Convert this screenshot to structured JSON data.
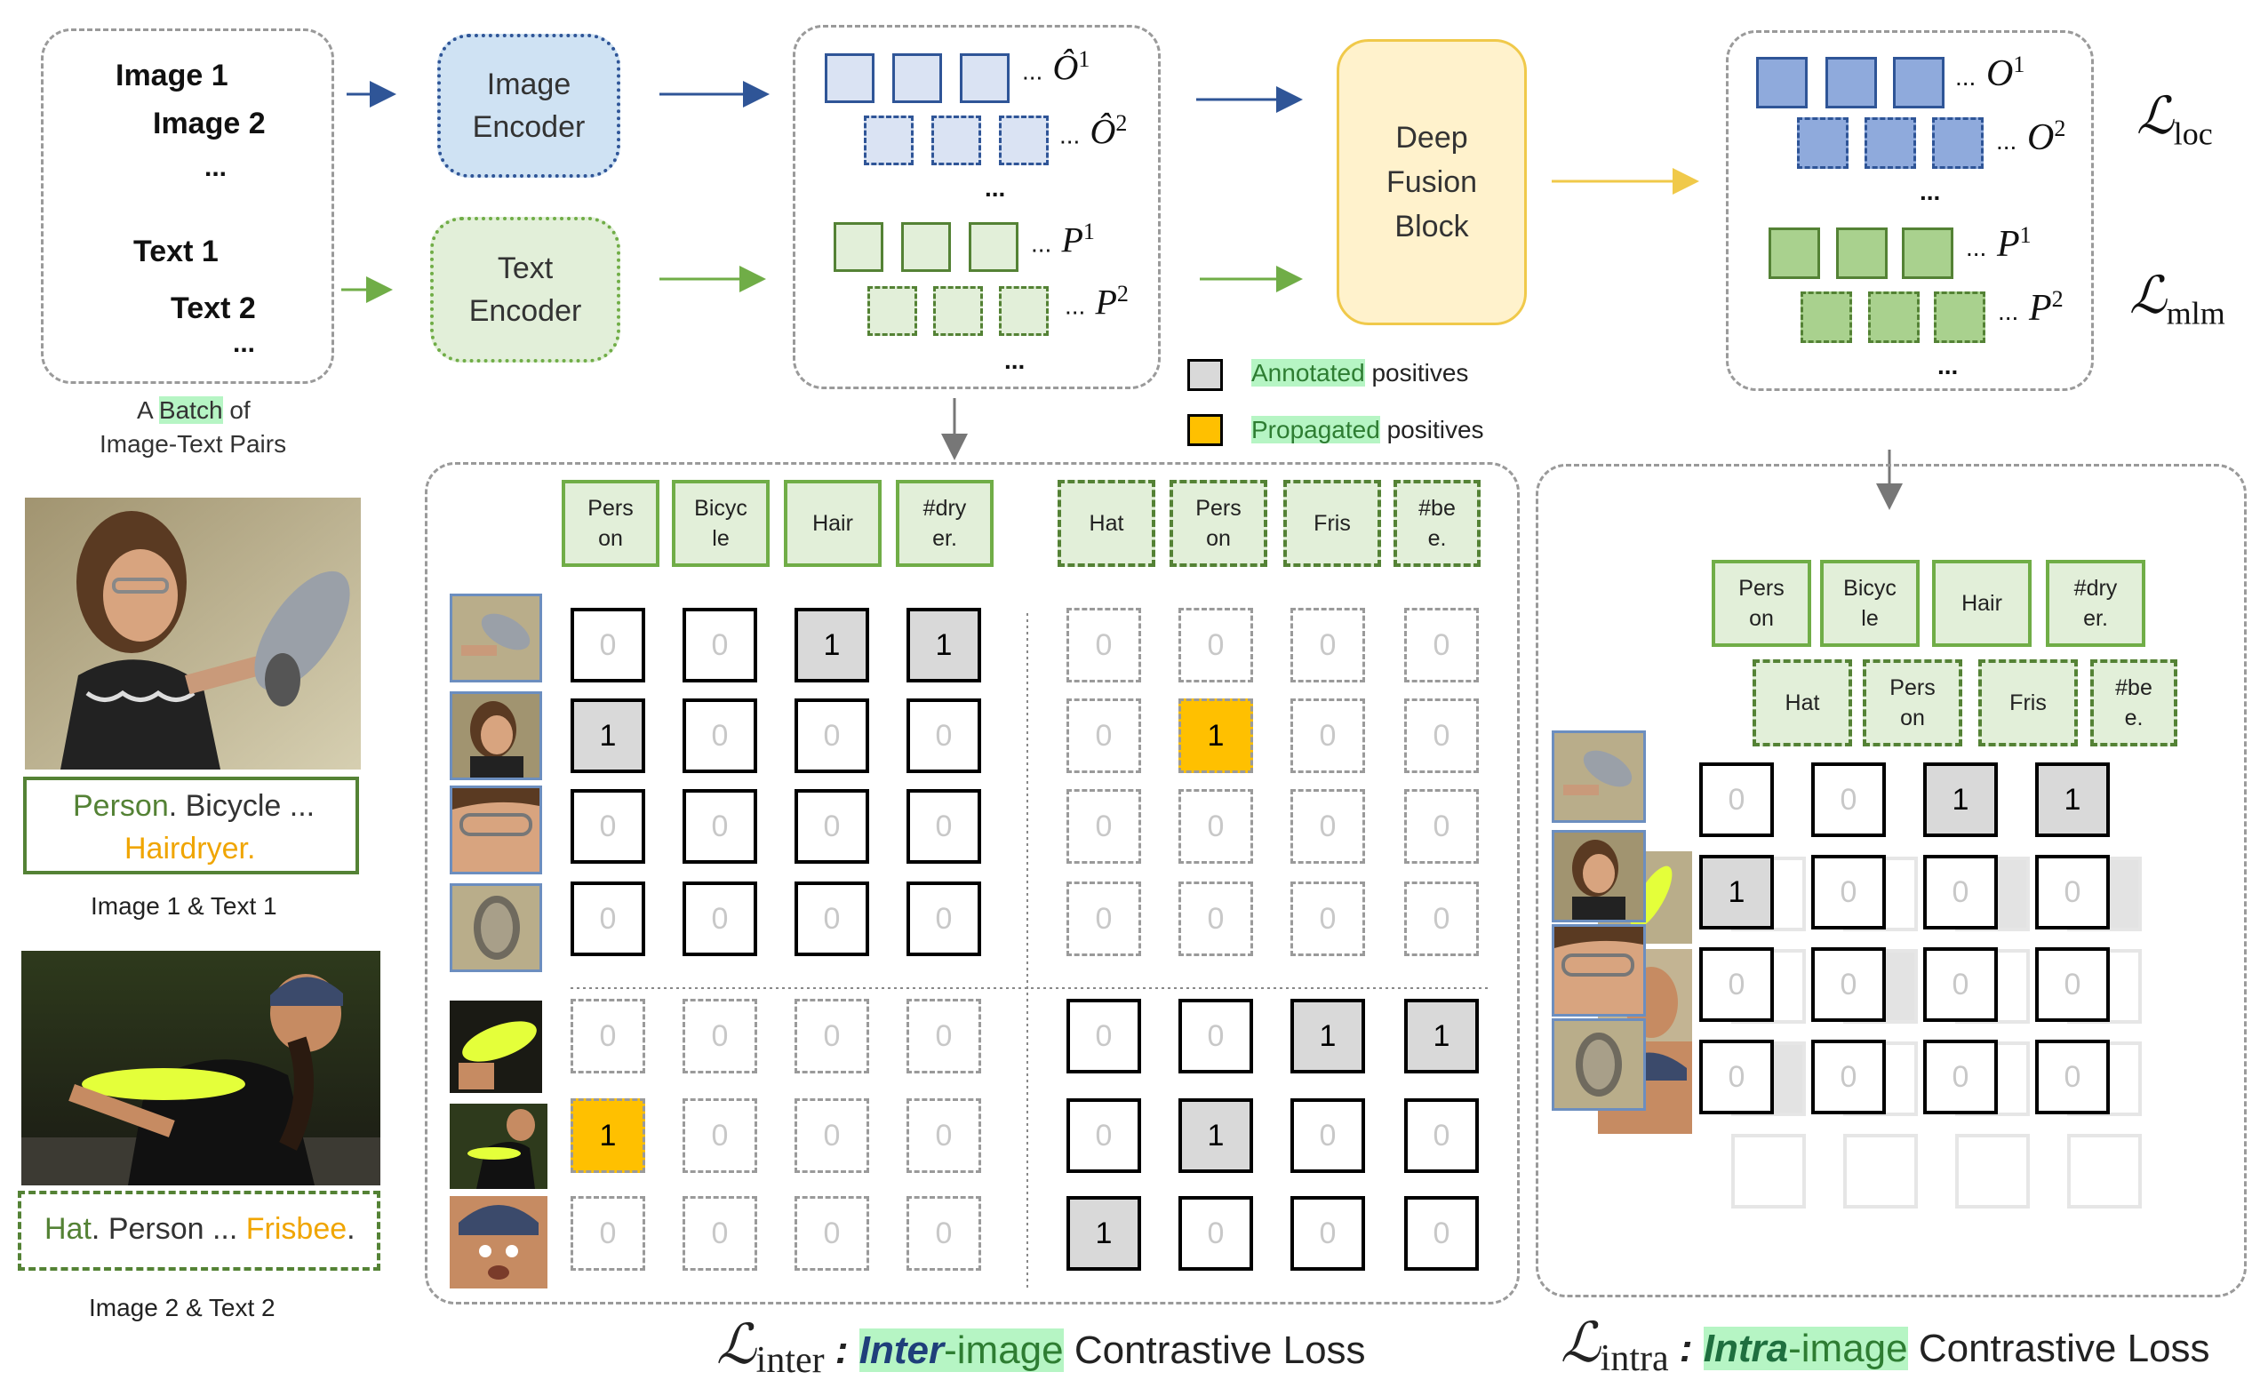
{
  "batch": {
    "image1": "Image 1",
    "image2": "Image 2",
    "dots1": "...",
    "text1": "Text 1",
    "text2": "Text 2",
    "dots2": "...",
    "caption_a": "A",
    "caption_batch": "Batch",
    "caption_of": "of",
    "caption_line2": "Image-Text Pairs"
  },
  "encoders": {
    "image": "Image Encoder",
    "text": "Text Encoder"
  },
  "fusion": {
    "label": "Deep Fusion Block"
  },
  "feat_in": {
    "o": "Ô",
    "dots": "..."
  },
  "feat_out": {
    "dots": "..."
  },
  "labels": {
    "O": "O",
    "P": "P",
    "sup1": "1",
    "sup2": "2",
    "dots": "...",
    "L": "ℒ",
    "loc": "loc",
    "mlm": "mlm",
    "inter": "inter",
    "intra": "intra"
  },
  "legend": {
    "annotated_hl": "Annotated",
    "annotated_rest": " positives",
    "propagated_hl": "Propagated",
    "propagated_rest": " positives"
  },
  "examples": {
    "ex1_person": "Person",
    "ex1_bicycle": ". Bicycle ...",
    "ex1_hairdryer": "Hairdryer",
    "ex1_dot": ".",
    "ex1_caption": "Image 1 & Text 1",
    "ex2_hat": "Hat",
    "ex2_person": ". Person ... ",
    "ex2_frisbee": "Frisbee",
    "ex2_dot": ".",
    "ex2_caption": "Image 2 & Text 2"
  },
  "tokens": {
    "t1": [
      "Pers on",
      "Bicyc le",
      "Hair",
      "#dry er."
    ],
    "t2": [
      "Hat",
      "Pers on",
      "Fris",
      "#be e."
    ]
  },
  "inter_matrix": [
    [
      "0",
      "0",
      "1",
      "1",
      "0",
      "0",
      "0",
      "0"
    ],
    [
      "1",
      "0",
      "0",
      "0",
      "0",
      "1",
      "0",
      "0"
    ],
    [
      "0",
      "0",
      "0",
      "0",
      "0",
      "0",
      "0",
      "0"
    ],
    [
      "0",
      "0",
      "0",
      "0",
      "0",
      "0",
      "0",
      "0"
    ],
    [
      "0",
      "0",
      "0",
      "0",
      "0",
      "0",
      "1",
      "1"
    ],
    [
      "1",
      "0",
      "0",
      "0",
      "0",
      "1",
      "0",
      "0"
    ],
    [
      "0",
      "0",
      "0",
      "0",
      "1",
      "0",
      "0",
      "0"
    ]
  ],
  "intra_matrix": [
    [
      "0",
      "0",
      "1",
      "1"
    ],
    [
      "1",
      "0",
      "0",
      "0"
    ],
    [
      "0",
      "0",
      "0",
      "0"
    ],
    [
      "0",
      "0",
      "0",
      "0"
    ]
  ],
  "loss": {
    "inter_colon": ":",
    "inter_hl": "Inter",
    "inter_hl2": "-image",
    "inter_rest": " Contrastive Loss",
    "intra_colon": ":",
    "intra_hl": "Intra",
    "intra_hl2": "-image",
    "intra_rest": " Contrastive Loss"
  },
  "colors": {
    "blue_fill": "#dae3f3",
    "blue_border": "#2f5597",
    "blue_solid": "#8faadc",
    "green_fill": "#e2efd9",
    "green_border": "#548235",
    "green_solid": "#a9d18e",
    "yellow": "#ffc000",
    "gray": "#d9d9d9",
    "fusion": "#fff2cc",
    "highlight": "#b6f5c4"
  }
}
